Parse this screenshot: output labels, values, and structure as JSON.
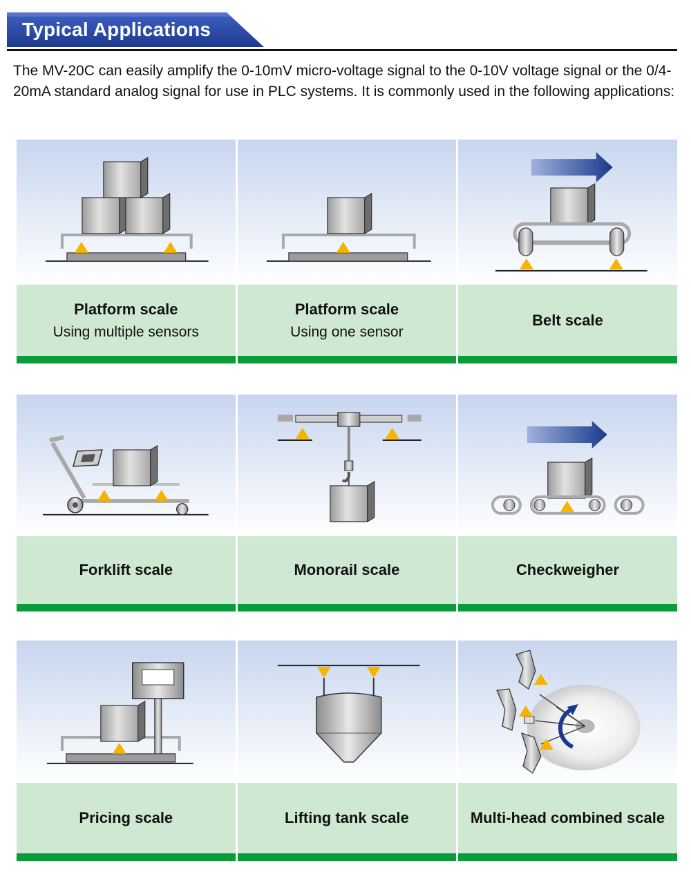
{
  "header": {
    "title": "Typical Applications"
  },
  "intro": "The MV-20C can easily amplify the 0-10mV micro-voltage signal to the 0-10V voltage signal or the 0/4-20mA standard analog signal for use in PLC systems. It is commonly used in the following applications:",
  "applications": [
    {
      "title": "Platform scale",
      "subtitle": "Using multiple sensors",
      "icon": "platform-multi-sensor-icon"
    },
    {
      "title": "Platform scale",
      "subtitle": "Using one sensor",
      "icon": "platform-single-sensor-icon"
    },
    {
      "title": "Belt scale",
      "subtitle": "",
      "icon": "belt-scale-icon"
    },
    {
      "title": "Forklift scale",
      "subtitle": "",
      "icon": "forklift-scale-icon"
    },
    {
      "title": "Monorail scale",
      "subtitle": "",
      "icon": "monorail-scale-icon"
    },
    {
      "title": "Checkweigher",
      "subtitle": "",
      "icon": "checkweigher-icon"
    },
    {
      "title": "Pricing scale",
      "subtitle": "",
      "icon": "pricing-scale-icon"
    },
    {
      "title": "Lifting tank scale",
      "subtitle": "",
      "icon": "lifting-tank-scale-icon"
    },
    {
      "title": "Multi-head combined scale",
      "subtitle": "",
      "icon": "multi-head-combined-scale-icon"
    }
  ],
  "colors": {
    "banner": "#2c4aa6",
    "caption_bg": "#cfe8d2",
    "caption_bar": "#0a9b3a",
    "sensor": "#f5b400",
    "arrow": "#1a3a8c"
  }
}
